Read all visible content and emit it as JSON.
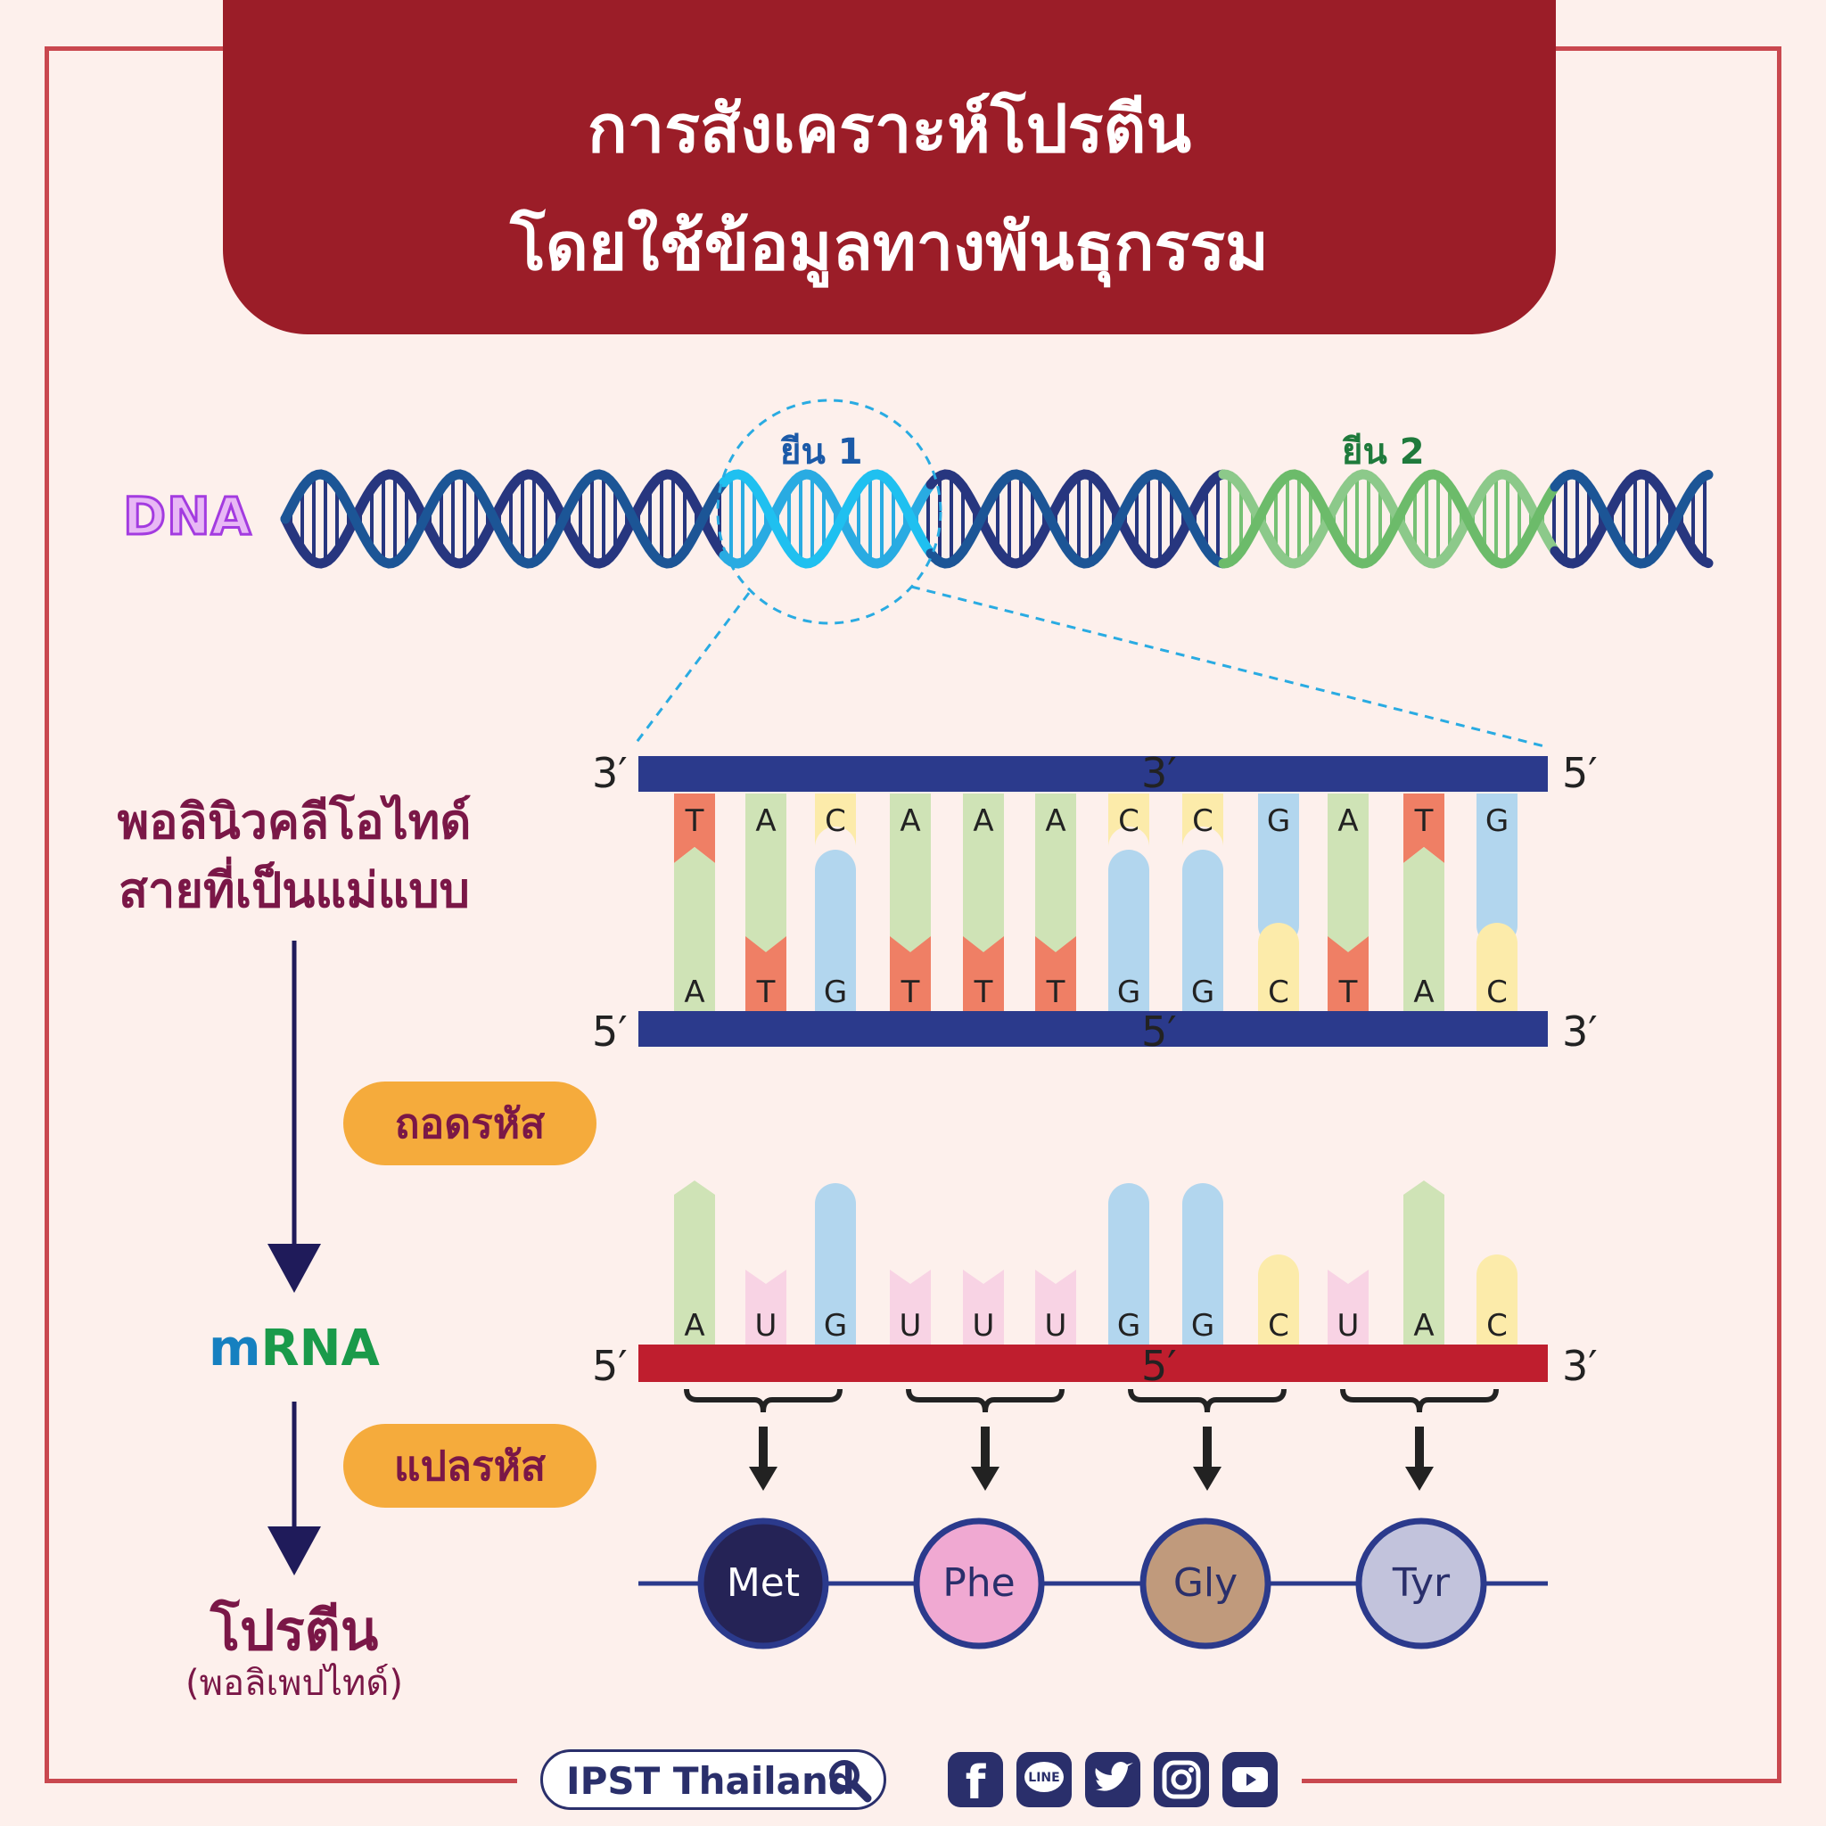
{
  "title": {
    "line1": "การสังเคราะห์โปรตีน",
    "line2": "โดยใช้ข้อมูลทางพันธุกรรม"
  },
  "dna": {
    "label": "DNA",
    "gene1": "ยีน 1",
    "gene2": "ยีน 2"
  },
  "left": {
    "template_line1": "พอลินิวคลีโอไทด์",
    "template_line2": "สายที่เป็นแม่แบบ",
    "mrna_m": "m",
    "mrna_rest": "RNA",
    "protein": "โปรตีน",
    "polypeptide": "(พอลิเพปไทด์)"
  },
  "steps": {
    "transcription": "ถอดรหัส",
    "translation": "แปลรหัส"
  },
  "strands": {
    "top_left": "3′",
    "top_mid": "3′",
    "top_right": "5′",
    "bottom_left": "5′",
    "bottom_mid": "5′",
    "bottom_right": "3′",
    "mrna_left": "5′",
    "mrna_mid": "5′",
    "mrna_right": "3′"
  },
  "template_bases": [
    "T",
    "A",
    "C",
    "A",
    "A",
    "A",
    "C",
    "C",
    "G",
    "A",
    "T",
    "G"
  ],
  "coding_bases": [
    "A",
    "T",
    "G",
    "T",
    "T",
    "T",
    "G",
    "G",
    "C",
    "T",
    "A",
    "C"
  ],
  "mrna_bases": [
    "A",
    "U",
    "G",
    "U",
    "U",
    "U",
    "G",
    "G",
    "C",
    "U",
    "A",
    "C"
  ],
  "amino_acids": [
    {
      "name": "Met",
      "color": "#252356",
      "text_color": "#ffffff"
    },
    {
      "name": "Phe",
      "color": "#f0a9d2",
      "text_color": "#2a2f6b"
    },
    {
      "name": "Gly",
      "color": "#c09a7c",
      "text_color": "#2a2f6b"
    },
    {
      "name": "Tyr",
      "color": "#c2c3dc",
      "text_color": "#2a2f6b"
    }
  ],
  "base_colors": {
    "A": "#cfe3b6",
    "T": "#ef7f65",
    "C": "#fcebaa",
    "G": "#b2d6ee",
    "U": "#f8d3e4"
  },
  "footer": {
    "brand": "IPST Thailand",
    "icons": [
      "facebook-icon",
      "line-icon",
      "twitter-icon",
      "instagram-icon",
      "youtube-icon"
    ]
  }
}
